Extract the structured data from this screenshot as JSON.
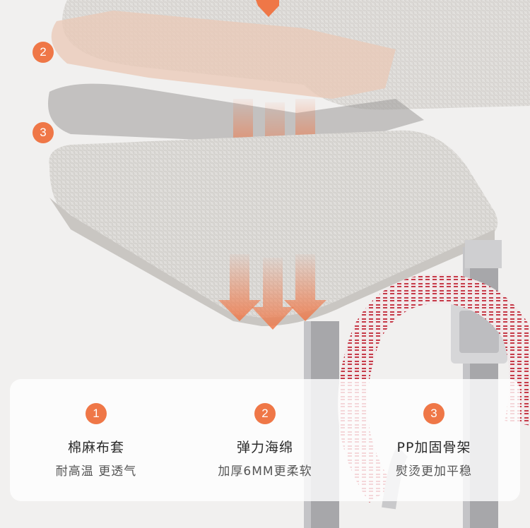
{
  "layers": [
    {
      "number": "2"
    },
    {
      "number": "3"
    }
  ],
  "features": [
    {
      "number": "1",
      "title": "棉麻布套",
      "subtitle": "耐高温 更透气"
    },
    {
      "number": "2",
      "title": "弹力海绵",
      "subtitle": "加厚6MM更柔软"
    },
    {
      "number": "3",
      "title": "PP加固骨架",
      "subtitle": "熨烫更加平稳"
    }
  ],
  "colors": {
    "accent": "#ef7747",
    "board_fabric": "#dcdad7",
    "foam_layer": "#e9c8b6",
    "frame": "#a7a7aa",
    "hose_red": "#c63a48"
  }
}
